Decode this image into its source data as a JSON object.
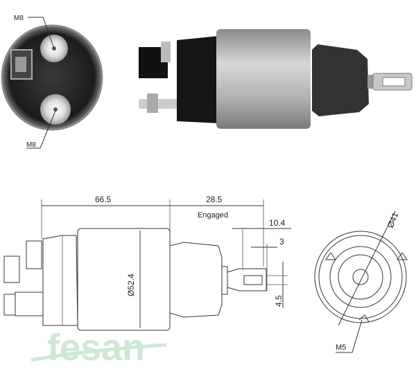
{
  "photo": {
    "labels": {
      "terminal_top": "M8",
      "terminal_bottom": "M8"
    }
  },
  "drawing": {
    "dims": {
      "body_length": "66.5",
      "stroke": "28.5",
      "stroke_note": "Engaged",
      "tab_length": "10.4",
      "tab_offset": "3",
      "tab_hole": "4.5",
      "body_diameter": "Ø52.4",
      "flange_diameter": "Ø41",
      "thread": "M5"
    }
  },
  "watermark": {
    "text": "fesan",
    "color": "#cde9d6"
  },
  "colors": {
    "silver": "#b8b8b8",
    "black": "#1a1a1a",
    "boot": "#3a3a3a"
  }
}
